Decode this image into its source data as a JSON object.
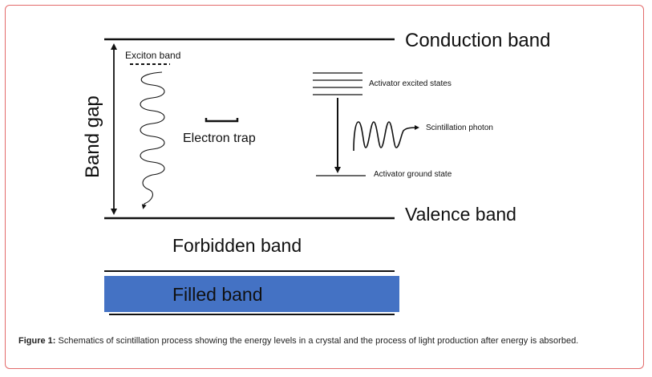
{
  "diagram": {
    "conduction_band": "Conduction band",
    "valence_band": "Valence band",
    "forbidden_band": "Forbidden band",
    "filled_band": "Filled band",
    "band_gap": "Band gap",
    "exciton_band": "Exciton band",
    "electron_trap": "Electron trap",
    "activator_excited_states": "Activator excited states",
    "scintillation_photon": "Scintillation photon",
    "activator_ground_state": "Activator ground state"
  },
  "caption": {
    "label": "Figure 1:",
    "text": " Schematics of scintillation process showing the energy levels in a crystal and the process of light production after energy is absorbed."
  },
  "colors": {
    "frame_border": "#e36a6a",
    "filled_band": "#4472c4",
    "line": "#111111"
  }
}
